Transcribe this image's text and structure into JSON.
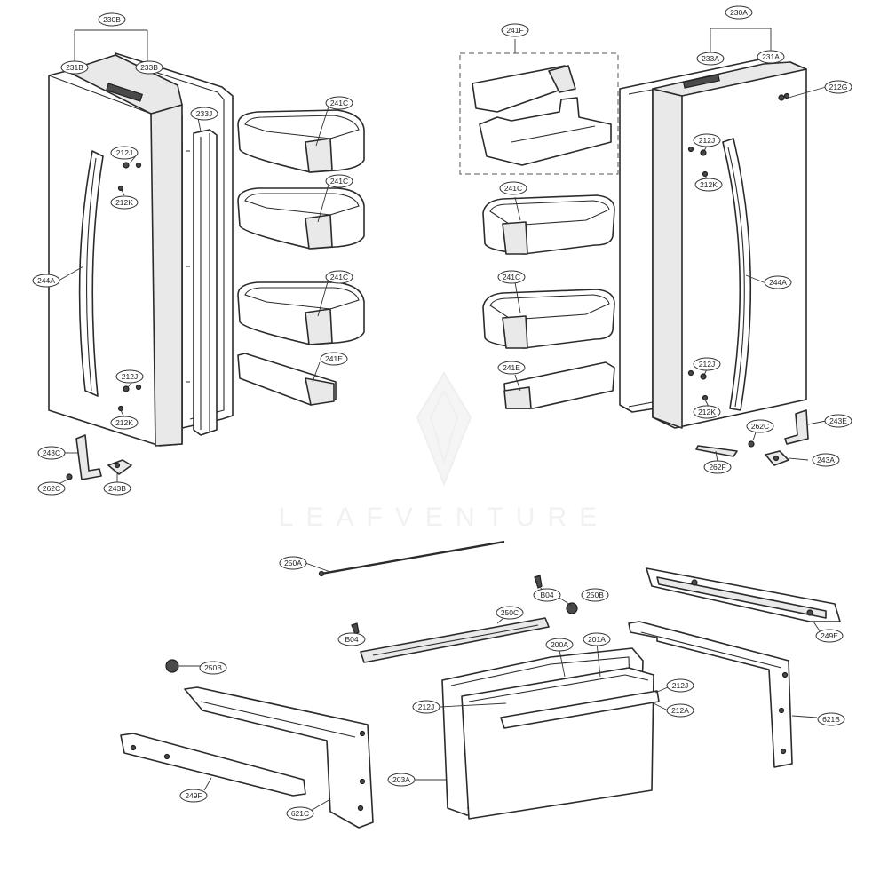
{
  "watermark": {
    "text": "LEAFVENTURE"
  },
  "callouts": [
    {
      "id": "230B"
    },
    {
      "id": "231B"
    },
    {
      "id": "233B"
    },
    {
      "id": "233J"
    },
    {
      "id": "212J"
    },
    {
      "id": "212K"
    },
    {
      "id": "244A"
    },
    {
      "id": "212J"
    },
    {
      "id": "212K"
    },
    {
      "id": "243C"
    },
    {
      "id": "262C"
    },
    {
      "id": "243B"
    },
    {
      "id": "241C"
    },
    {
      "id": "241C"
    },
    {
      "id": "241C"
    },
    {
      "id": "241E"
    },
    {
      "id": "241F"
    },
    {
      "id": "241C"
    },
    {
      "id": "241C"
    },
    {
      "id": "241E"
    },
    {
      "id": "230A"
    },
    {
      "id": "233A"
    },
    {
      "id": "231A"
    },
    {
      "id": "212G"
    },
    {
      "id": "212J"
    },
    {
      "id": "212K"
    },
    {
      "id": "244A"
    },
    {
      "id": "212J"
    },
    {
      "id": "212K"
    },
    {
      "id": "262C"
    },
    {
      "id": "243E"
    },
    {
      "id": "262F"
    },
    {
      "id": "243A"
    },
    {
      "id": "250A"
    },
    {
      "id": "B04"
    },
    {
      "id": "250B"
    },
    {
      "id": "250C"
    },
    {
      "id": "B04"
    },
    {
      "id": "250B"
    },
    {
      "id": "249E"
    },
    {
      "id": "200A"
    },
    {
      "id": "201A"
    },
    {
      "id": "212J"
    },
    {
      "id": "212J"
    },
    {
      "id": "212A"
    },
    {
      "id": "621B"
    },
    {
      "id": "203A"
    },
    {
      "id": "249F"
    },
    {
      "id": "621C"
    }
  ]
}
